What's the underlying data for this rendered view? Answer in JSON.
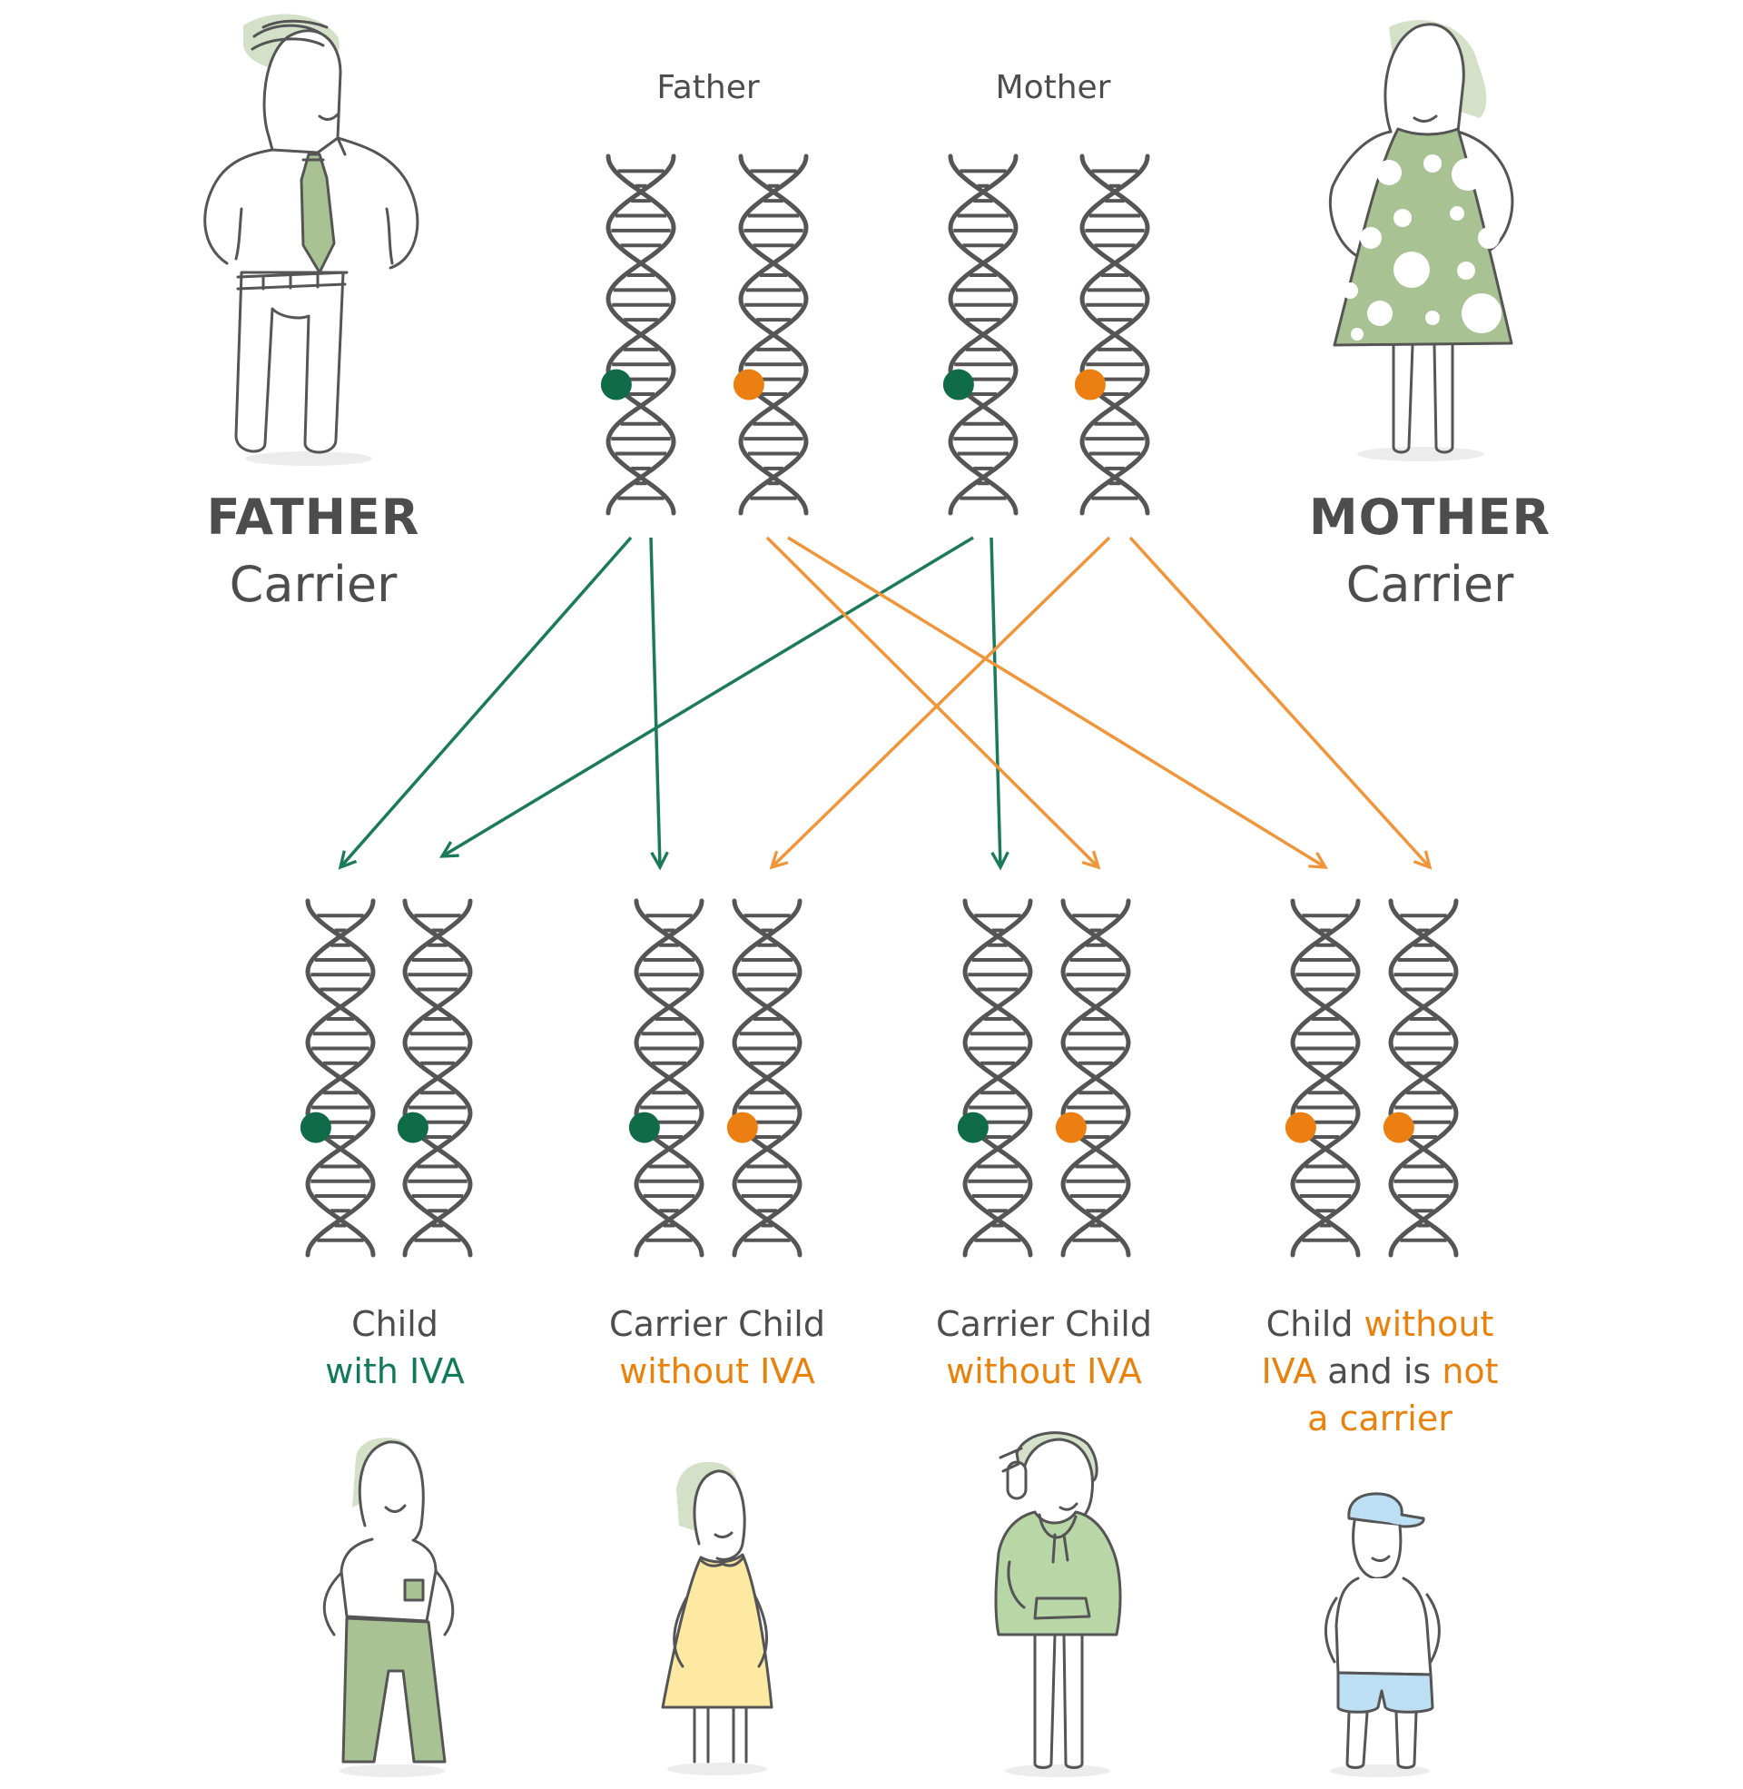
{
  "parents": {
    "father": {
      "name": "FATHER",
      "status": "Carrier",
      "dna_label": "Father"
    },
    "mother": {
      "name": "MOTHER",
      "status": "Carrier",
      "dna_label": "Mother"
    }
  },
  "children": [
    {
      "line1": [
        {
          "text": "Child",
          "tone": "dark"
        }
      ],
      "line2": [
        {
          "text": "with IVA",
          "tone": "green"
        }
      ],
      "line3": []
    },
    {
      "line1": [
        {
          "text": "Carrier Child",
          "tone": "dark"
        }
      ],
      "line2": [
        {
          "text": "without IVA",
          "tone": "orange"
        }
      ],
      "line3": []
    },
    {
      "line1": [
        {
          "text": "Carrier Child",
          "tone": "dark"
        }
      ],
      "line2": [
        {
          "text": "without IVA",
          "tone": "orange"
        }
      ],
      "line3": []
    },
    {
      "line1": [
        {
          "text": "Child ",
          "tone": "dark"
        },
        {
          "text": "without",
          "tone": "orange"
        }
      ],
      "line2": [
        {
          "text": "IVA",
          "tone": "orange"
        },
        {
          "text": " and is ",
          "tone": "dark"
        },
        {
          "text": "not",
          "tone": "orange"
        }
      ],
      "line3": [
        {
          "text": "a carrier",
          "tone": "orange"
        }
      ]
    }
  ],
  "colors": {
    "affected_allele": "#0f6b48",
    "normal_allele": "#ec7f12",
    "arrow_green": "#1b7a5a",
    "arrow_orange": "#f0953a",
    "dna_stroke": "#555555",
    "figure_green": "#a9c293",
    "child_yellow": "#fde9a2",
    "child_blue": "#bcdff4"
  }
}
